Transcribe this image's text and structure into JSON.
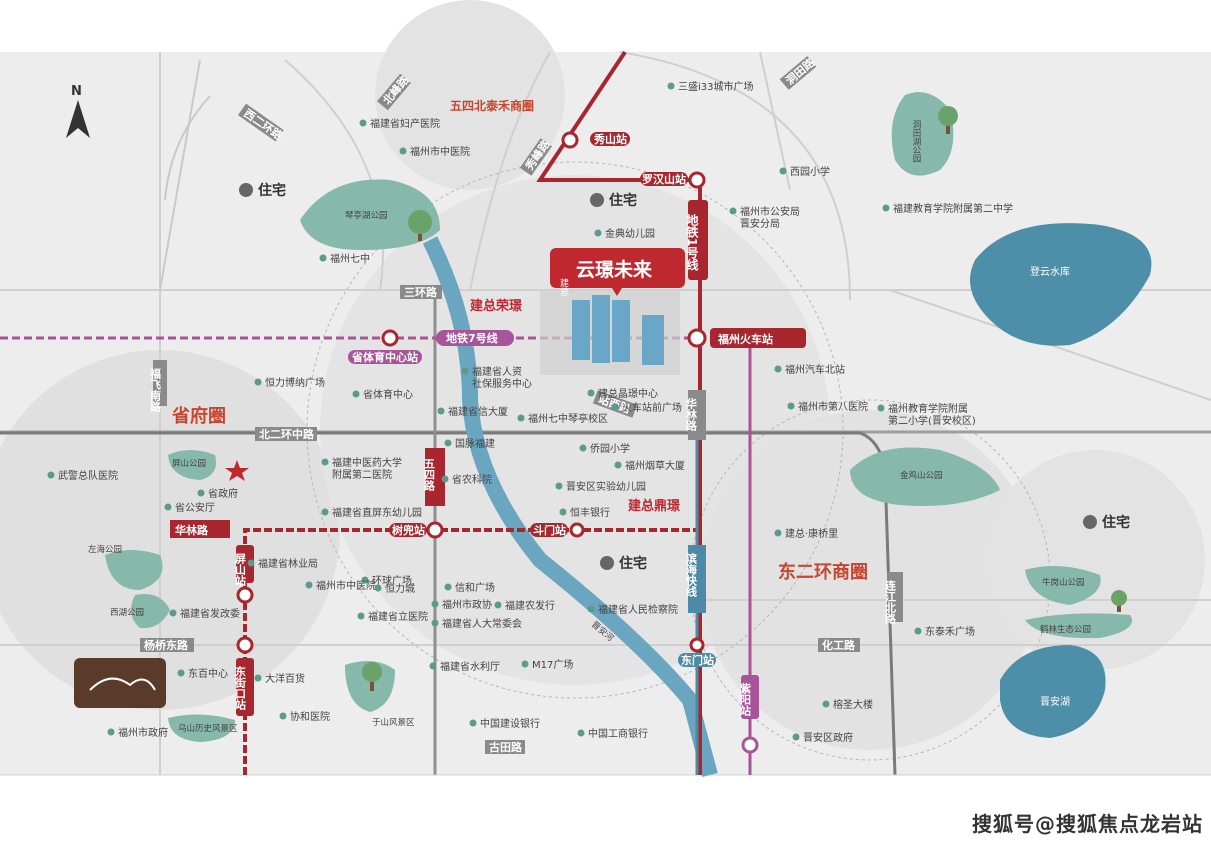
{
  "compass": "N",
  "project": {
    "prefix": "建总",
    "name": "云璟未来"
  },
  "zones": {
    "shengfu": "省府圈",
    "donger": "东二环商圈",
    "wusi": "五四北泰禾商圈"
  },
  "residential": {
    "a": "住宅",
    "b": "住宅",
    "c": "住宅",
    "d": "住宅"
  },
  "metro": {
    "line1": "地铁1号线",
    "line7": "地铁7号线"
  },
  "stations": {
    "xiushan": "秀山站",
    "luohanshan": "罗汉山站",
    "fuzhou": "福州火车站",
    "shengtiyu": "省体育中心站",
    "shuqian": "树兜站",
    "doumen": "斗门站",
    "pingshan": "屏山站",
    "dongjiekou": "东街口站",
    "dongmen": "东门站",
    "ziyang": "紫阳站"
  },
  "roads": {
    "sanhuan": "三环路",
    "beierhuan": "北二环中路",
    "hualin_w": "华林路",
    "hualin_e": "华林路",
    "wusi": "五四路",
    "binhai": "滨海快线",
    "yangqiao": "杨桥东路",
    "gutian": "古田路",
    "zhanxi": "站西路",
    "lianjiang": "连江北路",
    "huagong": "化工路",
    "fufei": "福飞南路",
    "xierhuan": "西二环路",
    "bei": "北峰路",
    "xiuer": "秀峰路",
    "dongshan": "洞田路"
  },
  "parks": {
    "qinting": "琴亭湖公园",
    "pingshan": "屏山公园",
    "zuohai": "左海公园",
    "xihu": "西湖公园",
    "yushan": "于山风景区",
    "jinjishan": "金鸡山公园",
    "dongtianhu": "洞田湖公园",
    "niugangshan": "牛岗山公园",
    "helinshengtai": "鹤林生态公园",
    "wushan": "乌山历史风景区"
  },
  "lakes": {
    "dengyun": "登云水库",
    "jinan": "晋安湖"
  },
  "river": "晋安河",
  "brand": "建总荣璟",
  "brand2": "建总鼎璟",
  "pois": [
    {
      "t": "福建省妇产医院"
    },
    {
      "t": "福州市中医院"
    },
    {
      "t": "三盛i33城市广场"
    },
    {
      "t": "西园小学"
    },
    {
      "t": "福州市公安局\n晋安分局"
    },
    {
      "t": "福建教育学院附属第二中学"
    },
    {
      "t": "金典幼儿园"
    },
    {
      "t": "福州七中"
    },
    {
      "t": "恒力博纳广场"
    },
    {
      "t": "省体育中心"
    },
    {
      "t": "福建省人资\n社保服务中心"
    },
    {
      "t": "福建省信大厦"
    },
    {
      "t": "福州七中琴亭校区"
    },
    {
      "t": "福州汽车北站"
    },
    {
      "t": "福州市第八医院"
    },
    {
      "t": "福州教育学院附属\n第二小学(晋安校区)"
    },
    {
      "t": "武警总队医院"
    },
    {
      "t": "省政府"
    },
    {
      "t": "省公安厅"
    },
    {
      "t": "福建中医药大学\n附属第二医院"
    },
    {
      "t": "国脉福建"
    },
    {
      "t": "省农科院"
    },
    {
      "t": "侨园小学"
    },
    {
      "t": "福州烟草大厦"
    },
    {
      "t": "晋安区实验幼儿园"
    },
    {
      "t": "恒丰银行"
    },
    {
      "t": "福建省直屏东幼儿园"
    },
    {
      "t": "建总·康桥里"
    },
    {
      "t": "福建省林业局"
    },
    {
      "t": "环球广场"
    },
    {
      "t": "福州市中医院"
    },
    {
      "t": "恒力城"
    },
    {
      "t": "信和广场"
    },
    {
      "t": "福州市政协"
    },
    {
      "t": "福建省发改委"
    },
    {
      "t": "福建省立医院"
    },
    {
      "t": "福建农发行"
    },
    {
      "t": "福建省人大常委会"
    },
    {
      "t": "福建省人民检察院"
    },
    {
      "t": "东泰禾广场"
    },
    {
      "t": "东百中心"
    },
    {
      "t": "大洋百货"
    },
    {
      "t": "协和医院"
    },
    {
      "t": "福建省水利厅"
    },
    {
      "t": "M17广场"
    },
    {
      "t": "中国建设银行"
    },
    {
      "t": "中国工商银行"
    },
    {
      "t": "榕圣大楼"
    },
    {
      "t": "晋安区政府"
    },
    {
      "t": "福州市政府"
    },
    {
      "t": "建总晶璟中心"
    },
    {
      "t": "火车站前广场"
    }
  ],
  "watermark": "搜狐号@搜狐焦点龙岩站",
  "colors": {
    "line1": "#a8262e",
    "line7": "#a7549a",
    "binhai": "#4c8aa6",
    "river": "#6aa6c0",
    "park": "#86b8ac",
    "lake": "#4d8ea8",
    "zone": "#e2e2e2",
    "accent": "#c8452f"
  }
}
